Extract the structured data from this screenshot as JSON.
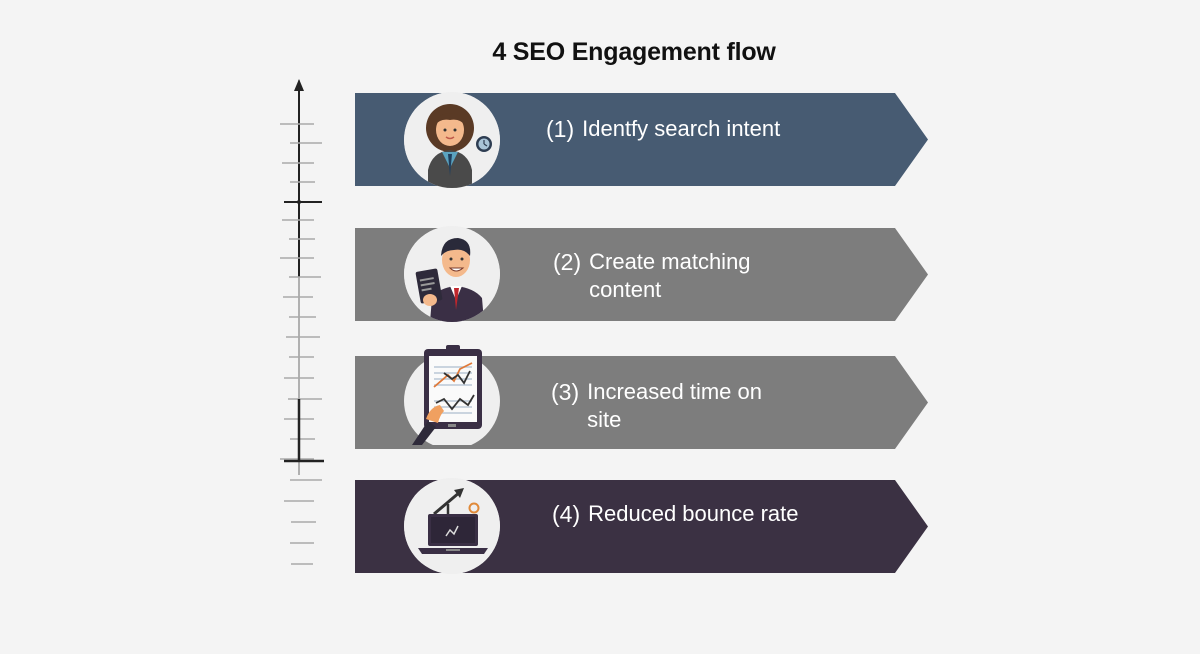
{
  "title": "4 SEO Engagement flow",
  "colors": {
    "step1": "#475b72",
    "step2": "#7d7d7d",
    "step3": "#7d7d7d",
    "step4": "#3b3143",
    "background": "#f4f4f4"
  },
  "steps": [
    {
      "number": "(1)",
      "text": "Identfy search intent",
      "icon": "businesswoman-clock-icon"
    },
    {
      "number": "(2)",
      "text": "Create matching content",
      "line1": "Create matching",
      "line2": "content",
      "icon": "businessman-document-icon"
    },
    {
      "number": "(3)",
      "text": "Increased time on site",
      "line1": "Increased time on",
      "line2": "site",
      "icon": "clipboard-chart-icon"
    },
    {
      "number": "(4)",
      "text": "Reduced bounce rate",
      "icon": "laptop-growth-arrow-icon"
    }
  ]
}
